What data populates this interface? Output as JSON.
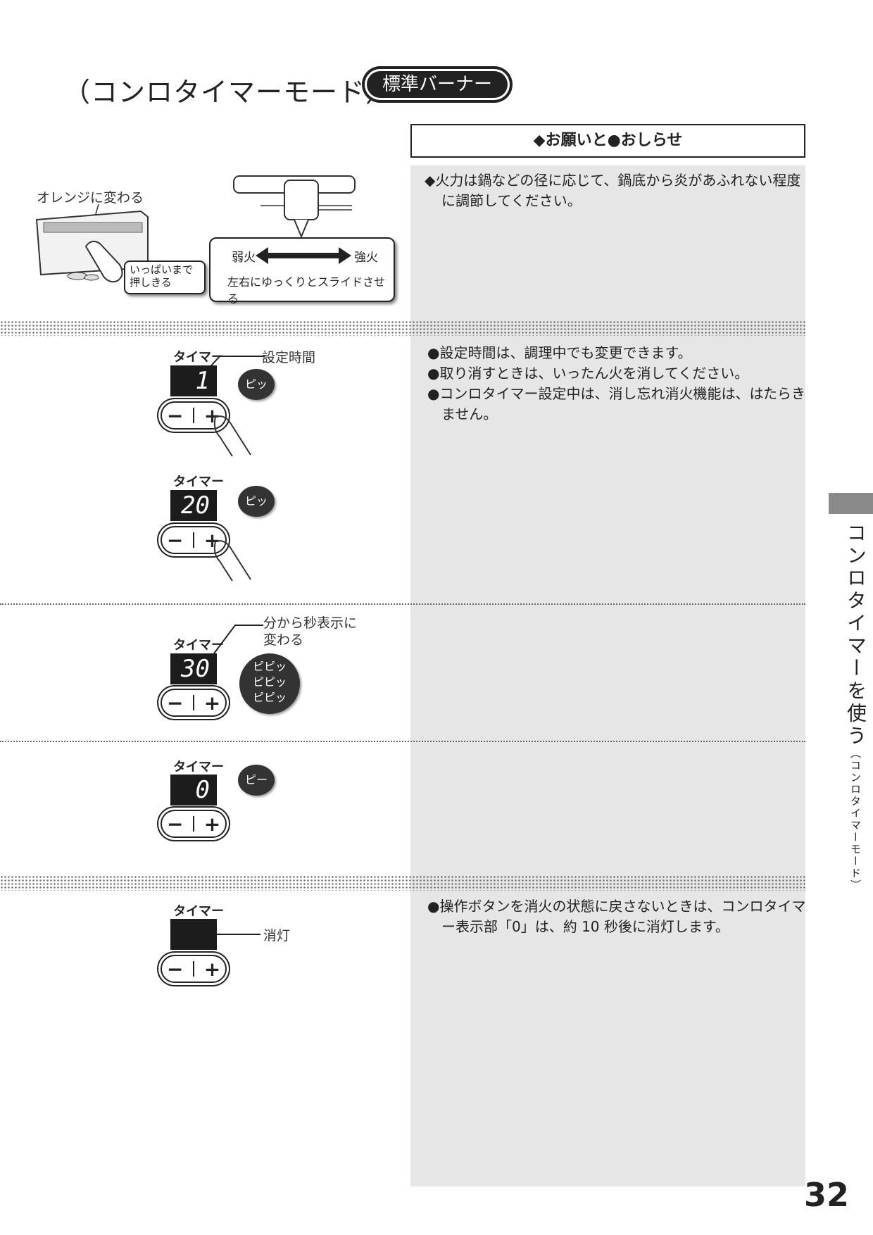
{
  "header": {
    "title": "（コンロタイマーモード）",
    "badge": "標準バーナー"
  },
  "notice": {
    "heading": "◆お願いと●おしらせ",
    "item": "◆火力は鍋などの径に応じて、鍋底から炎があふれない程度に調節してください。"
  },
  "illustration_top": {
    "orange_label": "オレンジに変わる",
    "press_label_1": "いっぱいまで",
    "press_label_2": "押しきる",
    "weak": "弱火",
    "strong": "強火",
    "slide": "左右にゆっくりとスライドさせる"
  },
  "steps": {
    "timer_label": "タイマー",
    "set_time_label": "設定時間",
    "d1": "1",
    "d2": "20",
    "d3": "30",
    "d4": "0",
    "beep1": "ピッ",
    "beep3": "ピピッ",
    "beep4": "ピー",
    "min_sec_1": "分から秒表示に",
    "min_sec_2": "変わる",
    "off_label": "消灯",
    "minus": "−",
    "plus": "+"
  },
  "bullets_1": [
    "●設定時間は、調理中でも変更できます。",
    "●取り消すときは、いったん火を消してください。",
    "●コンロタイマー設定中は、消し忘れ消火機能は、はたらきません。"
  ],
  "bullets_2": [
    "●操作ボタンを消火の状態に戻さないときは、コンロタイマー表示部「0」は、約 10 秒後に消灯します。"
  ],
  "side": {
    "main": "コンロタイマーを使う",
    "sub": "（コンロタイマーモード）"
  },
  "page_number": "32"
}
